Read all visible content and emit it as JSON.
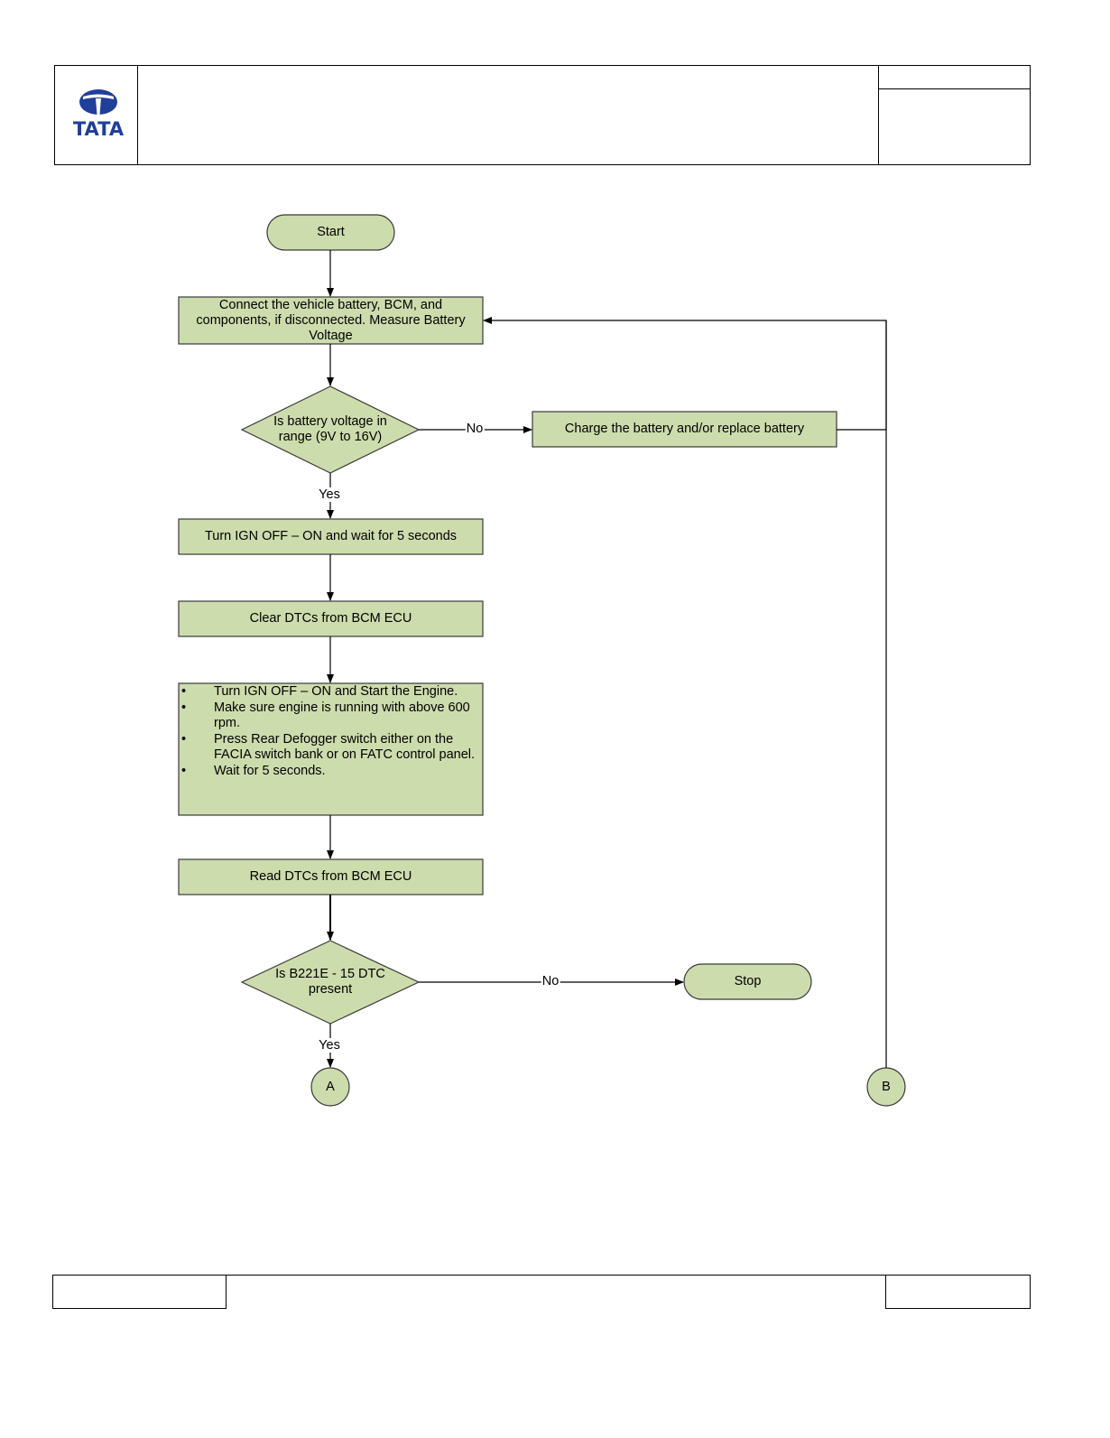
{
  "header": {
    "logo_text": "TATA"
  },
  "colors": {
    "node_fill": "#cddcad",
    "node_stroke": "#3a3a3a",
    "brand_blue": "#1f3f9b"
  },
  "flowchart": {
    "start_label": "Start",
    "connect_label": "Connect the vehicle battery, BCM, and components, if disconnected. Measure Battery Voltage",
    "decision_battery_label": "Is battery voltage in range (9V to 16V)",
    "charge_label": "Charge the battery and/or replace battery",
    "turn_ign_label": "Turn IGN OFF – ON and wait for 5 seconds",
    "clear_dtc_label": "Clear DTCs from BCM ECU",
    "steps": [
      "Turn IGN OFF – ON and Start the Engine.",
      "Make sure engine is running with above 600 rpm.",
      "Press Rear Defogger switch either on the FACIA switch bank or on FATC control panel.",
      "Wait for 5 seconds."
    ],
    "read_dtc_label": "Read DTCs from BCM ECU",
    "decision_dtc_label": "Is B221E - 15 DTC present",
    "stop_label": "Stop",
    "connector_a_label": "A",
    "connector_b_label": "B",
    "edge_no_1": "No",
    "edge_yes_1": "Yes",
    "edge_no_2": "No",
    "edge_yes_2": "Yes"
  }
}
